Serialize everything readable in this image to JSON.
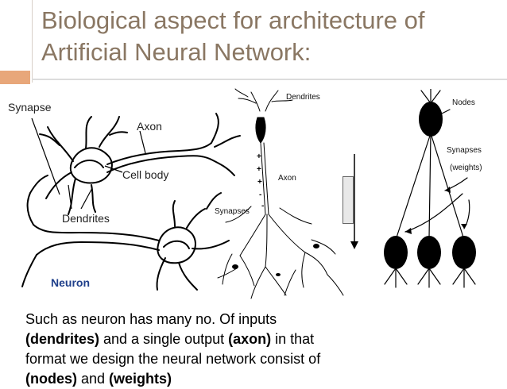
{
  "slide": {
    "title_line1": "Biological aspect for architecture of",
    "title_line2": "Artificial Neural Network:"
  },
  "colors": {
    "title": "#8a7763",
    "accent": "#e8a77a",
    "neuron_label": "#1f3f8a"
  },
  "figure_neuron": {
    "synapse": "Synapse",
    "axon": "Axon",
    "cell_body": "Cell body",
    "dendrites": "Dendrites",
    "neuron": "Neuron"
  },
  "figure_signal": {
    "dendrites": "Dendrites",
    "axon": "Axon",
    "synapses": "Synapses",
    "signs": [
      "+",
      "+",
      "+",
      "-",
      "-"
    ]
  },
  "figure_network": {
    "nodes": "Nodes",
    "synapses": "Synapses",
    "weights": "(weights)"
  },
  "body": {
    "l1": "Such as neuron has many no.  Of inputs",
    "l2_b1": "(dendrites)",
    "l2_t1": " and a single output ",
    "l2_b2": "(axon)",
    "l2_t2": " in that",
    "l3": "format we design the neural network  consist of",
    "l4_b1": "(nodes)",
    "l4_t1": " and ",
    "l4_b2": "(weights)"
  }
}
